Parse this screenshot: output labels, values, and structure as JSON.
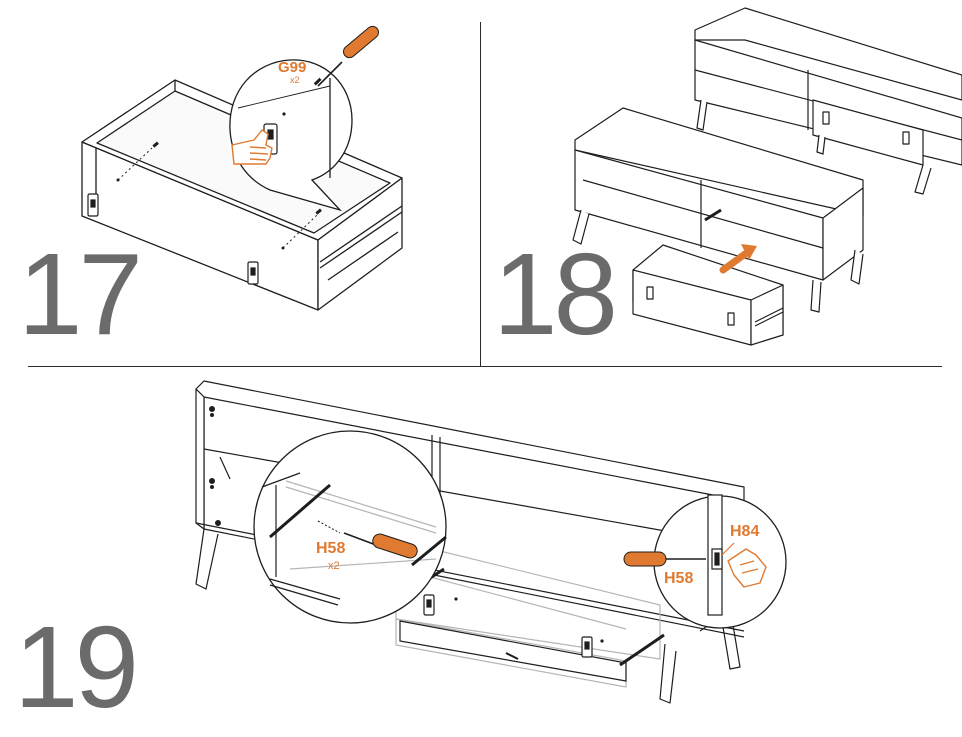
{
  "steps": [
    {
      "number": "17",
      "parts": [
        {
          "code": "G99",
          "qty": "x2"
        }
      ]
    },
    {
      "number": "18"
    },
    {
      "number": "19",
      "parts": [
        {
          "code": "H58",
          "qty": "x2"
        },
        {
          "code": "H84"
        },
        {
          "code": "H58"
        }
      ]
    }
  ],
  "colors": {
    "accent": "#e07a30",
    "line": "#1e1e1e",
    "step_number": "#6b6b6b"
  },
  "icons": [
    "screwdriver-icon",
    "hand-pointer-icon",
    "arrow-icon",
    "handle-icon",
    "drawer-slide-icon"
  ]
}
